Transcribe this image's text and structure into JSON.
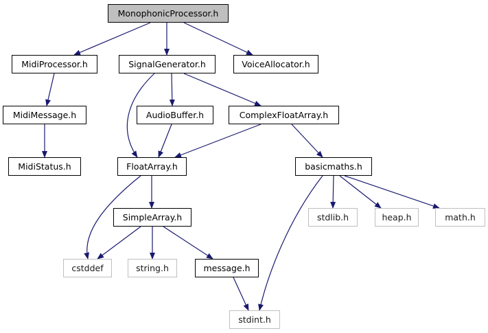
{
  "nodes": {
    "monophonic_processor": "MonophonicProcessor.h",
    "midi_processor": "MidiProcessor.h",
    "signal_generator": "SignalGenerator.h",
    "voice_allocator": "VoiceAllocator.h",
    "midi_message": "MidiMessage.h",
    "audio_buffer": "AudioBuffer.h",
    "complex_float_array": "ComplexFloatArray.h",
    "midi_status": "MidiStatus.h",
    "float_array": "FloatArray.h",
    "basicmaths": "basicmaths.h",
    "simple_array": "SimpleArray.h",
    "stdlib": "stdlib.h",
    "heap": "heap.h",
    "math": "math.h",
    "cstddef": "cstddef",
    "string": "string.h",
    "message": "message.h",
    "stdint": "stdint.h"
  },
  "edges": [
    [
      "monophonic_processor",
      "midi_processor"
    ],
    [
      "monophonic_processor",
      "signal_generator"
    ],
    [
      "monophonic_processor",
      "voice_allocator"
    ],
    [
      "midi_processor",
      "midi_message"
    ],
    [
      "midi_message",
      "midi_status"
    ],
    [
      "signal_generator",
      "float_array"
    ],
    [
      "signal_generator",
      "audio_buffer"
    ],
    [
      "signal_generator",
      "complex_float_array"
    ],
    [
      "audio_buffer",
      "float_array"
    ],
    [
      "complex_float_array",
      "float_array"
    ],
    [
      "complex_float_array",
      "basicmaths"
    ],
    [
      "float_array",
      "cstddef"
    ],
    [
      "float_array",
      "simple_array"
    ],
    [
      "simple_array",
      "cstddef"
    ],
    [
      "simple_array",
      "string"
    ],
    [
      "simple_array",
      "message"
    ],
    [
      "message",
      "stdint"
    ],
    [
      "basicmaths",
      "stdint"
    ],
    [
      "basicmaths",
      "stdlib"
    ],
    [
      "basicmaths",
      "heap"
    ],
    [
      "basicmaths",
      "math"
    ]
  ],
  "colors": {
    "edge": "#191970",
    "root_fill": "#bfbfbf",
    "node_border": "#000000",
    "external_border": "#bfbfbf"
  }
}
